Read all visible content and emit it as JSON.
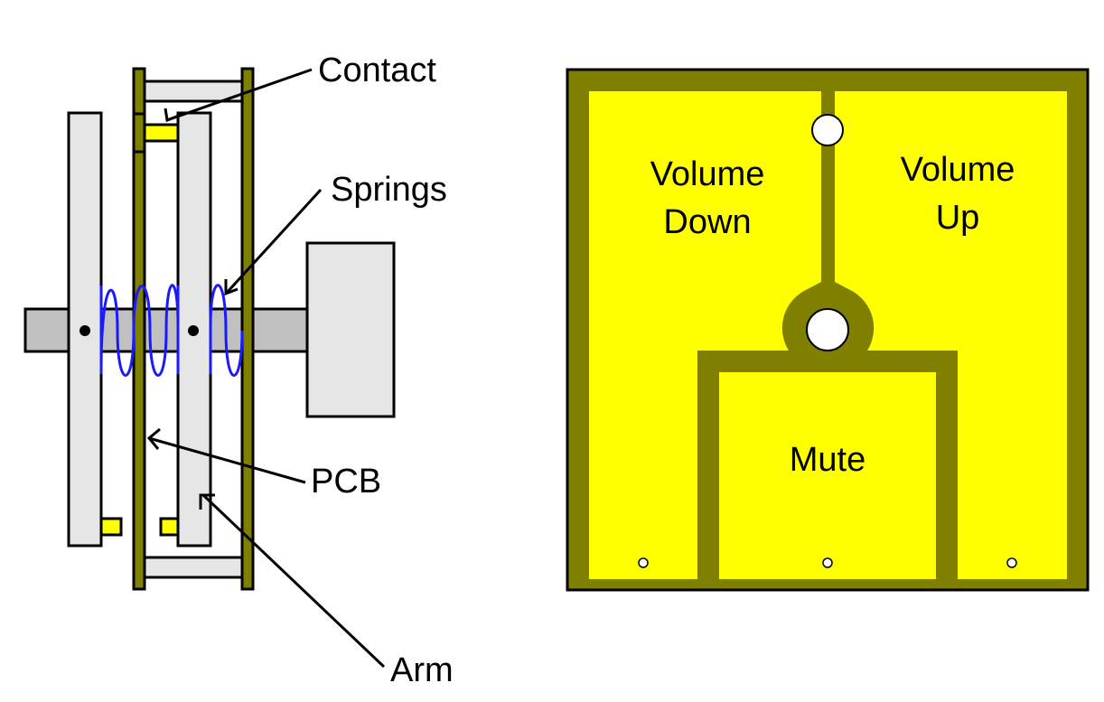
{
  "side_view": {
    "labels": {
      "contact": "Contact",
      "springs": "Springs",
      "pcb": "PCB",
      "arm": "Arm"
    }
  },
  "pcb_view": {
    "pads": {
      "volume_down": [
        "Volume",
        "Down"
      ],
      "volume_up": [
        "Volume",
        "Up"
      ],
      "mute": "Mute"
    }
  },
  "colors": {
    "pcb_board": "#808000",
    "copper_pad": "#ffff00",
    "contact_pad": "#ffff00",
    "part_gray": "#e6e6e6",
    "shaft_gray": "#c0c0c0",
    "spring_blue": "#1a1aff"
  }
}
